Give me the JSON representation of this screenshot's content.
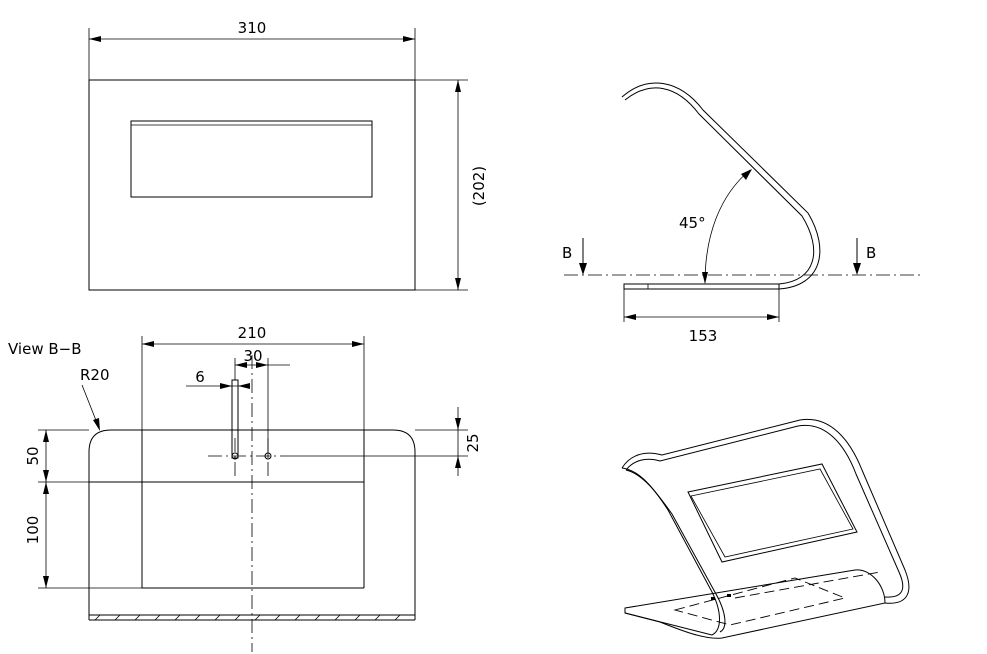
{
  "front_view": {
    "width_dim": "310",
    "height_dim": "(202)"
  },
  "side_view": {
    "angle_dim": "45°",
    "length_dim": "153",
    "section_mark_left": "B",
    "section_mark_right": "B"
  },
  "section_view": {
    "title": "View B−B",
    "radius_dim": "R20",
    "width_dim": "210",
    "hole_spacing_dim": "30",
    "slot_width_dim": "6",
    "hole_offset_dim": "25",
    "depth_upper_dim": "50",
    "depth_lower_dim": "100"
  },
  "colors": {
    "line": "#000000",
    "background": "#ffffff"
  }
}
